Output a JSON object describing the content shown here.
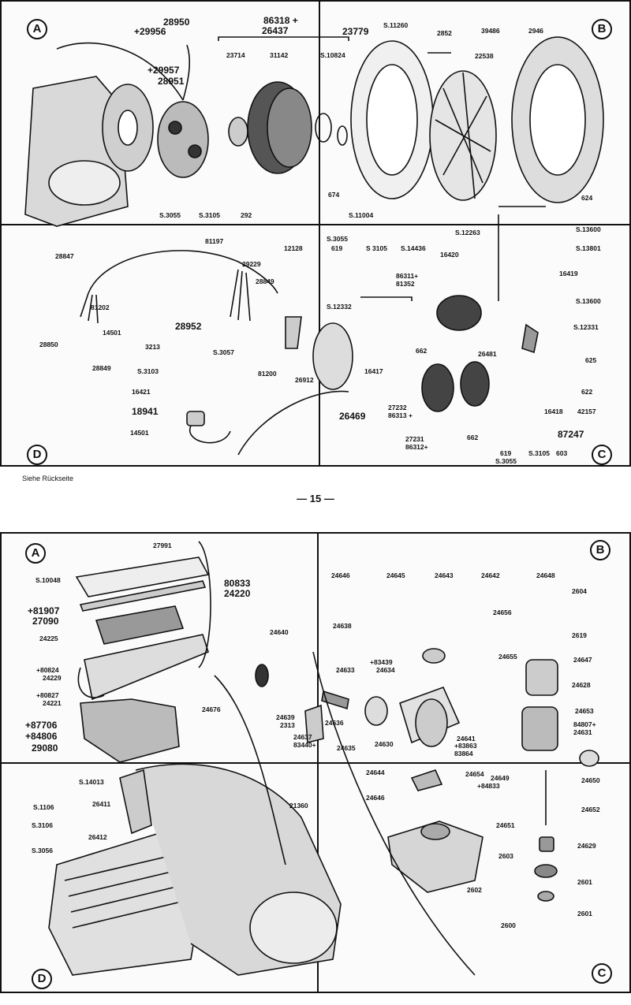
{
  "quadrants": {
    "a": "A",
    "b": "B",
    "c": "C",
    "d": "D"
  },
  "caption": "Siehe Rückseite",
  "page_number": "— 15 —",
  "top": {
    "a": [
      "28950",
      "+29956",
      "86318 +",
      "26437",
      "+29957",
      "28951",
      "23714",
      "31142",
      "S.10824",
      "674",
      "292",
      "S.3105",
      "S.3055"
    ],
    "b": [
      "23779",
      "S.11260",
      "2852",
      "22538",
      "39486",
      "2946",
      "624"
    ],
    "d": [
      "81197",
      "12128",
      "28847",
      "29229",
      "28849",
      "81202",
      "14501",
      "28850",
      "28849",
      "28952",
      "S.3057",
      "81200",
      "26912",
      "3213",
      "S.3103",
      "16421",
      "18941",
      "14501"
    ],
    "c": [
      "S.11004",
      "S.12263",
      "S.3055",
      "619",
      "S 3105",
      "S.14436",
      "16420",
      "S.13600",
      "S.13801",
      "86311+",
      "81352",
      "16419",
      "S.13600",
      "S.12332",
      "S.12331",
      "662",
      "16417",
      "26481",
      "625",
      "622",
      "27232",
      "86313 +",
      "26469",
      "16418",
      "42157",
      "87247",
      "27231",
      "86312+",
      "662",
      "619",
      "S.3055",
      "S.3105",
      "603"
    ]
  },
  "bottom": {
    "a": [
      "27991",
      "S.10048",
      "80833",
      "24220",
      "+81907",
      "27090",
      "24225",
      "+80824",
      "24229",
      "+80827",
      "24221",
      "+87706",
      "+84806",
      "29080"
    ],
    "b": [
      "24646",
      "24645",
      "24643",
      "24642",
      "24648",
      "2604",
      "24640",
      "24638",
      "24656",
      "2619",
      "24655",
      "24647",
      "+83439",
      "24634",
      "24633",
      "24628",
      "24676",
      "24639",
      "2313",
      "24637",
      "83440+",
      "24636",
      "24635",
      "24630",
      "24641",
      "+83863",
      "83864",
      "24653",
      "84807+",
      "24631"
    ],
    "d": [
      "S.14013",
      "S.1106",
      "26411",
      "S.3106",
      "26412",
      "S.3056",
      "21360"
    ],
    "c": [
      "24644",
      "24646",
      "24654",
      "24649",
      "+84833",
      "24650",
      "24652",
      "24651",
      "24629",
      "2603",
      "2601",
      "2602",
      "2601",
      "2600"
    ]
  }
}
